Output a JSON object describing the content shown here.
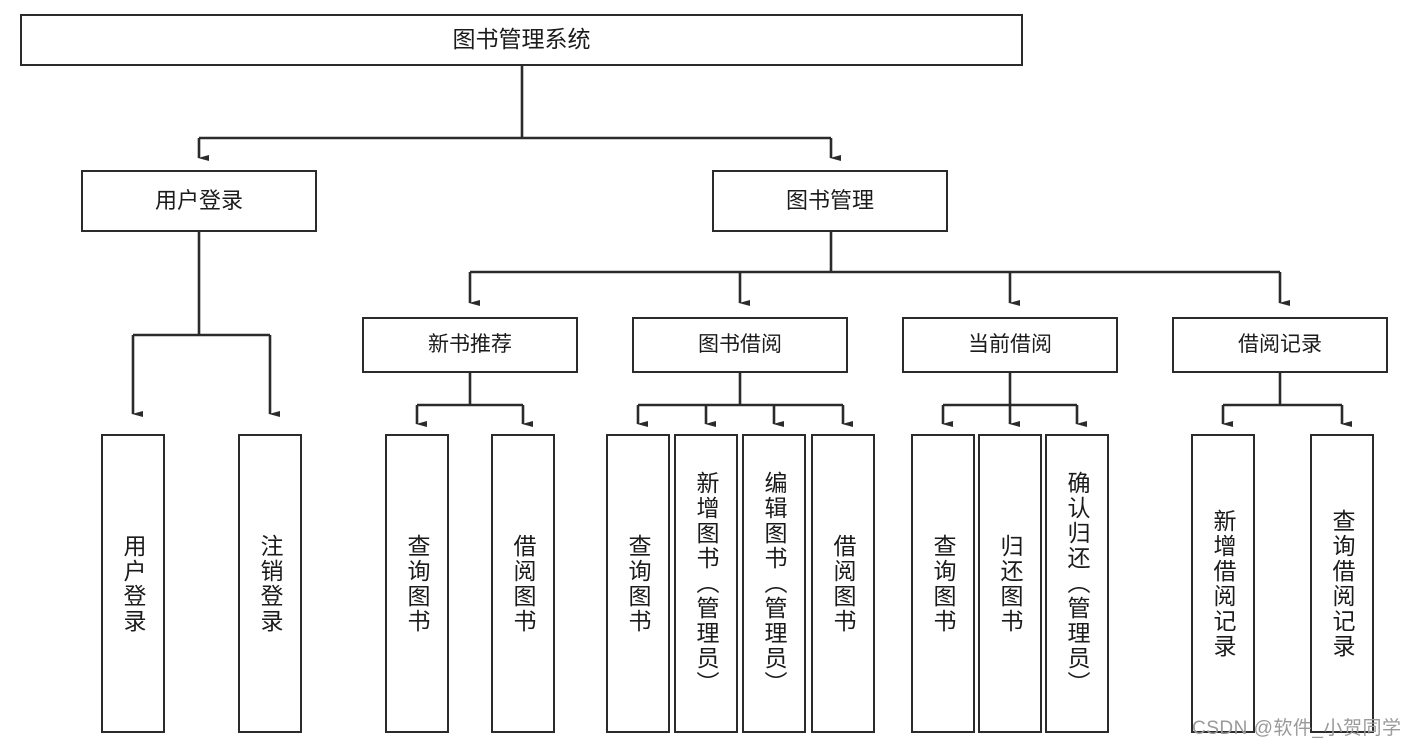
{
  "diagram": {
    "type": "tree-hierarchy",
    "title": "图书管理系统",
    "root": {
      "label": "图书管理系统"
    },
    "level1": [
      {
        "label": "用户登录"
      },
      {
        "label": "图书管理"
      }
    ],
    "level2": [
      {
        "label": "新书推荐"
      },
      {
        "label": "图书借阅"
      },
      {
        "label": "当前借阅"
      },
      {
        "label": "借阅记录"
      }
    ],
    "leaves": {
      "user_login": [
        {
          "label": "用户登录"
        },
        {
          "label": "注销登录"
        }
      ],
      "new_book_recommend": [
        {
          "label": "查询图书"
        },
        {
          "label": "借阅图书"
        }
      ],
      "book_borrow": [
        {
          "label": "查询图书"
        },
        {
          "label": "新增图书（管理员）"
        },
        {
          "label": "编辑图书（管理员）"
        },
        {
          "label": "借阅图书"
        }
      ],
      "current_borrow": [
        {
          "label": "查询图书"
        },
        {
          "label": "归还图书"
        },
        {
          "label": "确认归还（管理员）"
        }
      ],
      "borrow_record": [
        {
          "label": "新增借阅记录"
        },
        {
          "label": "查询借阅记录"
        }
      ]
    }
  },
  "watermark": {
    "text": "CSDN @软件_小贺同学"
  },
  "colors": {
    "stroke": "#2b2b2b",
    "background": "#ffffff",
    "text": "#1b1b1b",
    "watermark": "#9a9a9a"
  }
}
